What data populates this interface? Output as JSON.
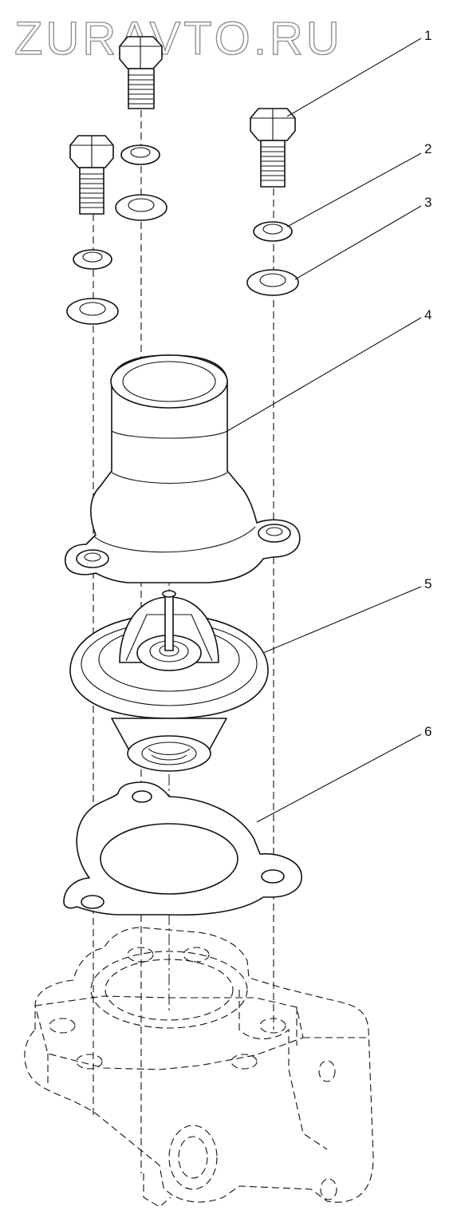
{
  "watermark": "ZURAVTO.RU",
  "callouts": [
    {
      "num": "1",
      "part": "bolt"
    },
    {
      "num": "2",
      "part": "spring-washer"
    },
    {
      "num": "3",
      "part": "flat-washer"
    },
    {
      "num": "4",
      "part": "thermostat-housing-cover"
    },
    {
      "num": "5",
      "part": "thermostat"
    },
    {
      "num": "6",
      "part": "gasket"
    }
  ]
}
